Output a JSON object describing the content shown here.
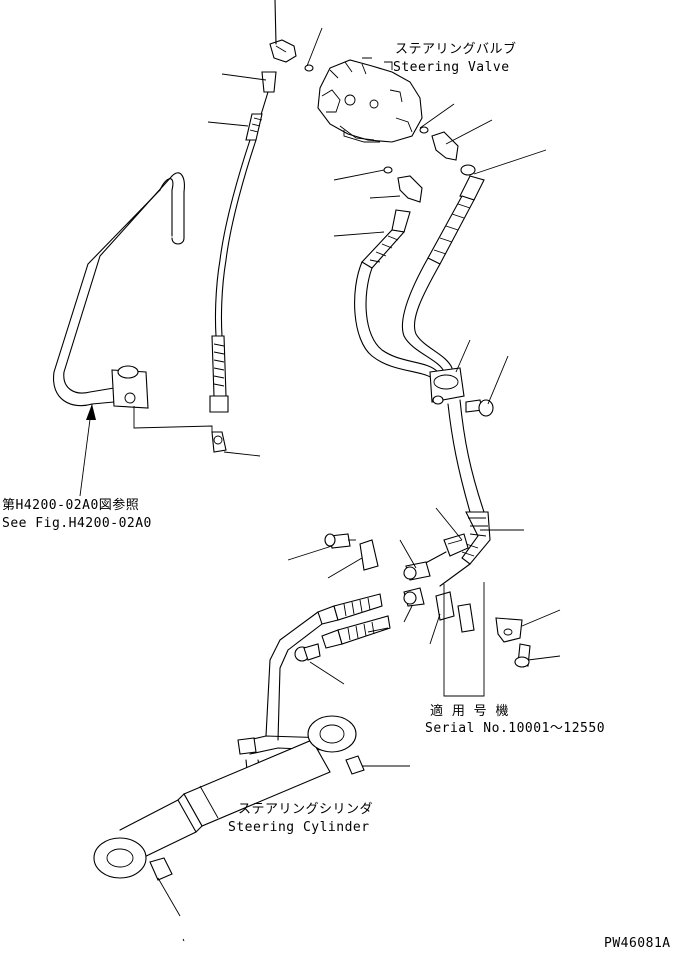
{
  "labels": {
    "steering_valve_jp": "ステアリングバルブ",
    "steering_valve_en": "Steering Valve",
    "see_fig_jp": "第H4200-02A0図参照",
    "see_fig_en": "See Fig.H4200-02A0",
    "serial_jp": "適 用 号 機",
    "serial_en": "Serial No.10001～12550",
    "steering_cylinder_jp": "ステアリングシリンダ",
    "steering_cylinder_en": "Steering Cylinder",
    "drawing_number": "PW46081A"
  }
}
